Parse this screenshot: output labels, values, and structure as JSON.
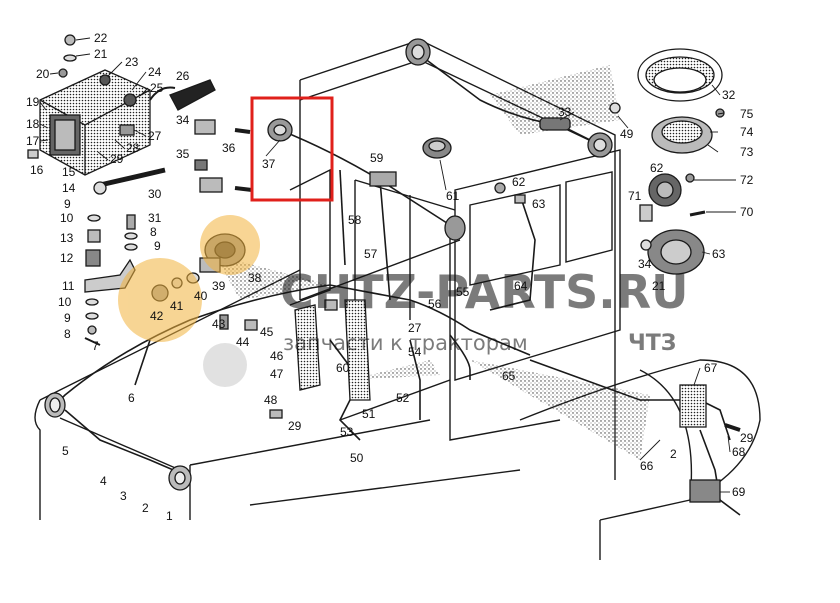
{
  "labels": [
    {
      "id": "l1",
      "text": "1"
    },
    {
      "id": "l2a",
      "text": "2"
    },
    {
      "id": "l2b",
      "text": "2"
    },
    {
      "id": "l3",
      "text": "3"
    },
    {
      "id": "l4",
      "text": "4"
    },
    {
      "id": "l5",
      "text": "5"
    },
    {
      "id": "l6",
      "text": "6"
    },
    {
      "id": "l7",
      "text": "7"
    },
    {
      "id": "l8",
      "text": "8"
    },
    {
      "id": "l8b",
      "text": "8"
    },
    {
      "id": "l9a",
      "text": "9"
    },
    {
      "id": "l9b",
      "text": "9"
    },
    {
      "id": "l9c",
      "text": "9"
    },
    {
      "id": "l10a",
      "text": "10"
    },
    {
      "id": "l10b",
      "text": "10"
    },
    {
      "id": "l11",
      "text": "11"
    },
    {
      "id": "l12",
      "text": "12"
    },
    {
      "id": "l13",
      "text": "13"
    },
    {
      "id": "l14",
      "text": "14"
    },
    {
      "id": "l15",
      "text": "15"
    },
    {
      "id": "l16",
      "text": "16"
    },
    {
      "id": "l17",
      "text": "17"
    },
    {
      "id": "l18",
      "text": "18"
    },
    {
      "id": "l19",
      "text": "19"
    },
    {
      "id": "l20",
      "text": "20"
    },
    {
      "id": "l21a",
      "text": "21"
    },
    {
      "id": "l21b",
      "text": "21"
    },
    {
      "id": "l22",
      "text": "22"
    },
    {
      "id": "l23",
      "text": "23"
    },
    {
      "id": "l24",
      "text": "24"
    },
    {
      "id": "l25",
      "text": "25"
    },
    {
      "id": "l26",
      "text": "26"
    },
    {
      "id": "l27a",
      "text": "27"
    },
    {
      "id": "l27b",
      "text": "27"
    },
    {
      "id": "l28",
      "text": "28"
    },
    {
      "id": "l29a",
      "text": "29"
    },
    {
      "id": "l29b",
      "text": "29"
    },
    {
      "id": "l29c",
      "text": "29"
    },
    {
      "id": "l30",
      "text": "30"
    },
    {
      "id": "l31",
      "text": "31"
    },
    {
      "id": "l32",
      "text": "32"
    },
    {
      "id": "l33",
      "text": "33"
    },
    {
      "id": "l34a",
      "text": "34"
    },
    {
      "id": "l34b",
      "text": "34"
    },
    {
      "id": "l35",
      "text": "35"
    },
    {
      "id": "l36",
      "text": "36"
    },
    {
      "id": "l37",
      "text": "37"
    },
    {
      "id": "l38",
      "text": "38"
    },
    {
      "id": "l39",
      "text": "39"
    },
    {
      "id": "l40",
      "text": "40"
    },
    {
      "id": "l41",
      "text": "41"
    },
    {
      "id": "l42",
      "text": "42"
    },
    {
      "id": "l43",
      "text": "43"
    },
    {
      "id": "l44",
      "text": "44"
    },
    {
      "id": "l45",
      "text": "45"
    },
    {
      "id": "l46",
      "text": "46"
    },
    {
      "id": "l47",
      "text": "47"
    },
    {
      "id": "l48",
      "text": "48"
    },
    {
      "id": "l49",
      "text": "49"
    },
    {
      "id": "l50",
      "text": "50"
    },
    {
      "id": "l51",
      "text": "51"
    },
    {
      "id": "l52",
      "text": "52"
    },
    {
      "id": "l53",
      "text": "53"
    },
    {
      "id": "l54",
      "text": "54"
    },
    {
      "id": "l55",
      "text": "55"
    },
    {
      "id": "l56",
      "text": "56"
    },
    {
      "id": "l57",
      "text": "57"
    },
    {
      "id": "l58",
      "text": "58"
    },
    {
      "id": "l59",
      "text": "59"
    },
    {
      "id": "l60",
      "text": "60"
    },
    {
      "id": "l61",
      "text": "61"
    },
    {
      "id": "l62a",
      "text": "62"
    },
    {
      "id": "l62b",
      "text": "62"
    },
    {
      "id": "l63a",
      "text": "63"
    },
    {
      "id": "l63b",
      "text": "63"
    },
    {
      "id": "l64",
      "text": "64"
    },
    {
      "id": "l65",
      "text": "65"
    },
    {
      "id": "l66",
      "text": "66"
    },
    {
      "id": "l67",
      "text": "67"
    },
    {
      "id": "l68",
      "text": "68"
    },
    {
      "id": "l69",
      "text": "69"
    },
    {
      "id": "l70",
      "text": "70"
    },
    {
      "id": "l71",
      "text": "71"
    },
    {
      "id": "l72",
      "text": "72"
    },
    {
      "id": "l73",
      "text": "73"
    },
    {
      "id": "l74",
      "text": "74"
    },
    {
      "id": "l75",
      "text": "75"
    }
  ],
  "watermark": {
    "brand": "CHTZ-PARTS.RU",
    "tagline": "запчасти к тракторам",
    "suffix": "ЧТЗ"
  },
  "colors": {
    "highlight": "#e0201b",
    "gear": "#f2b33d",
    "line": "#1a1a1a",
    "watermark_text": "#4d4d4d"
  }
}
